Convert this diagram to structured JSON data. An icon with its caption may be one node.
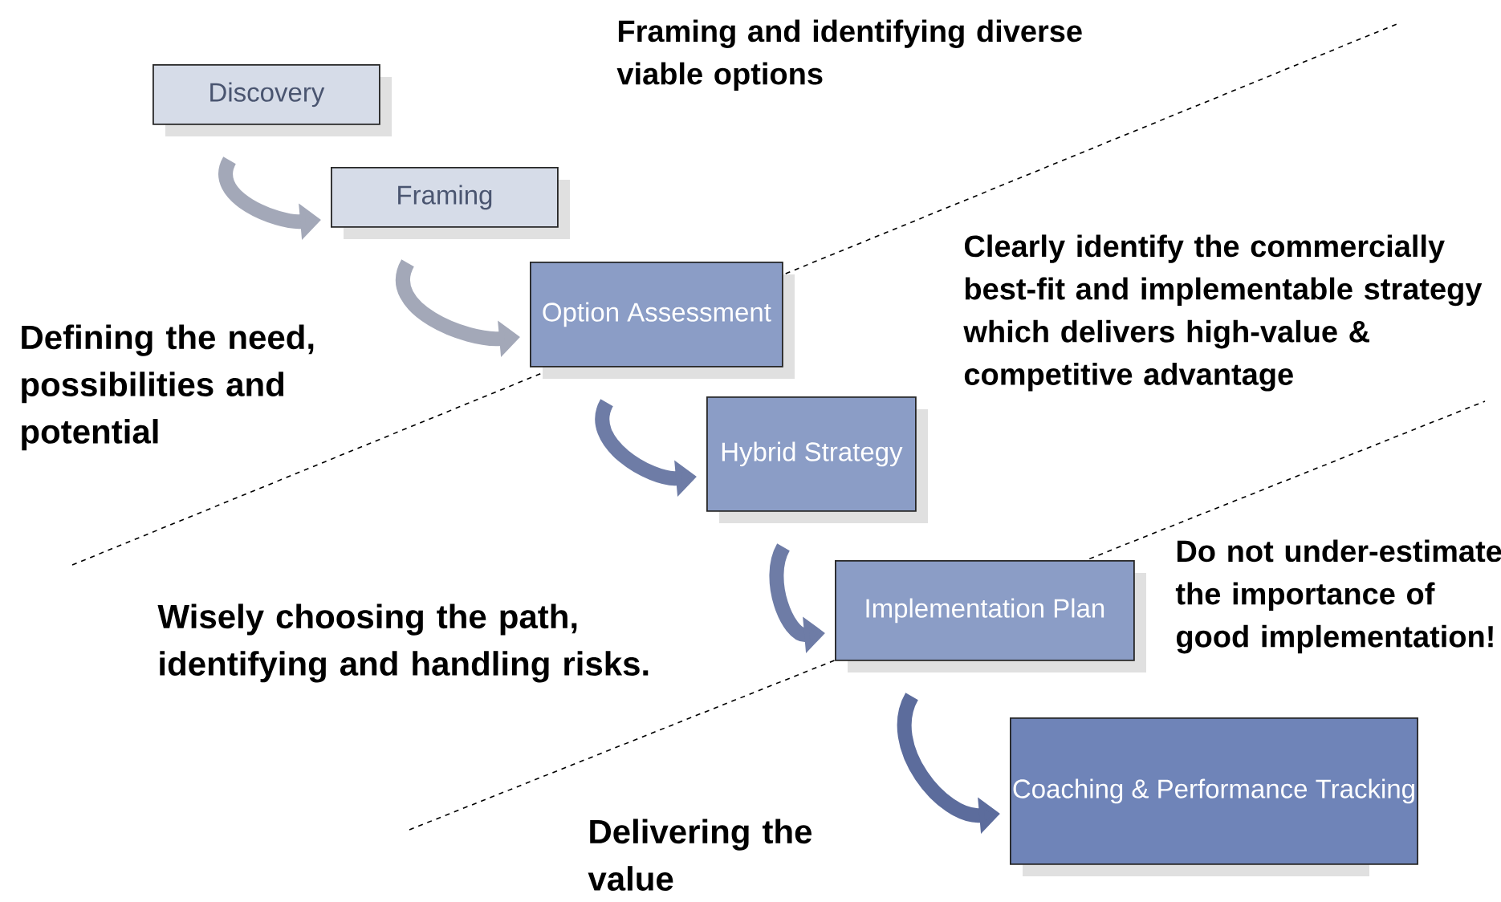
{
  "diagram": {
    "nodes": [
      {
        "text": [
          "Discovery"
        ]
      },
      {
        "text": [
          "Framing"
        ]
      },
      {
        "text": [
          "Option Assessment"
        ]
      },
      {
        "text": [
          "Hybrid Strategy"
        ]
      },
      {
        "text": [
          "Implementation Plan"
        ]
      },
      {
        "text": [
          "Coaching & Performance Tracking"
        ]
      }
    ],
    "edges": [
      {
        "from": 0,
        "to": 1,
        "arrow": "to"
      },
      {
        "from": 1,
        "to": 2,
        "arrow": "to"
      },
      {
        "from": 2,
        "to": 3,
        "arrow": "to"
      },
      {
        "from": 3,
        "to": 4,
        "arrow": "to"
      },
      {
        "from": 4,
        "to": 5,
        "arrow": "to"
      }
    ],
    "labels": [
      "Framing and identifying diverse viable options",
      "Clearly identify the commercially best-fit and implementable strategy which delivers high-value & competitive advantage",
      "Defining the need, possibilities and potential",
      "Do not under-estimate the importance of good implementation!",
      "Wisely choosing the path, identifying and handling risks.",
      "Delivering the value"
    ]
  }
}
